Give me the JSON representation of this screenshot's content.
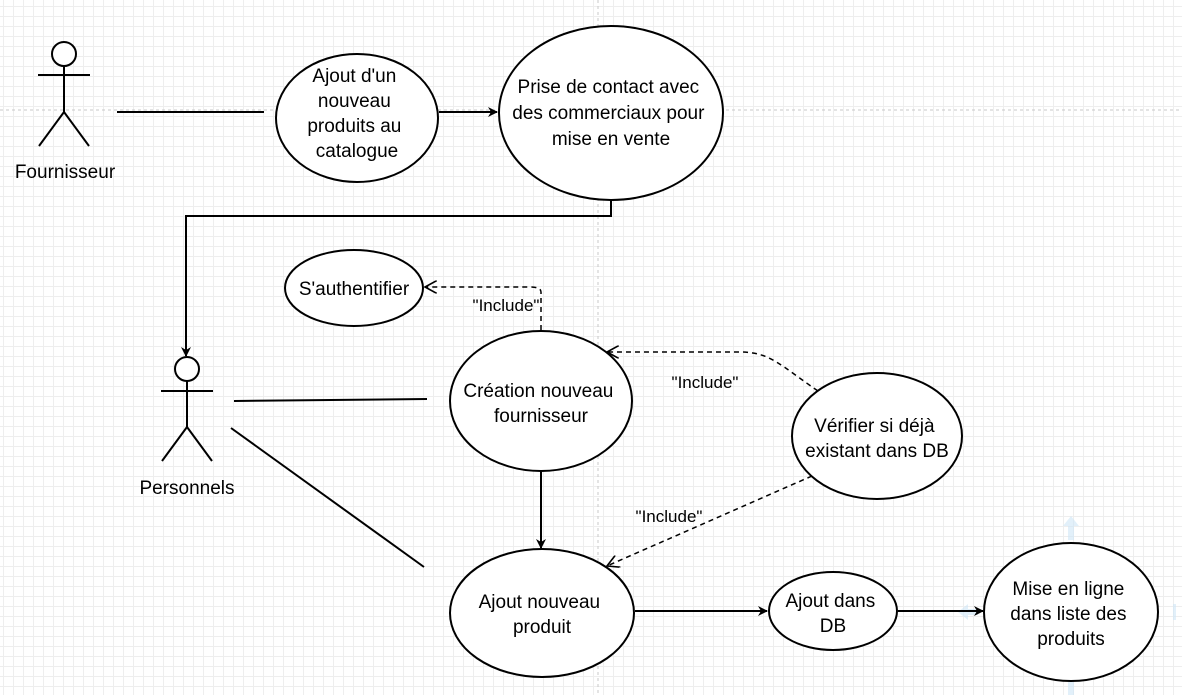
{
  "actors": {
    "fournisseur": {
      "label": "Fournisseur"
    },
    "personnels": {
      "label": "Personnels"
    }
  },
  "use_cases": {
    "ajout_produit_catalogue": {
      "lines": [
        "Ajout d'un",
        "nouveau",
        "produits au",
        "catalogue"
      ]
    },
    "prise_contact": {
      "lines": [
        "Prise de contact avec",
        "des commerciaux pour",
        "mise en vente"
      ]
    },
    "authentifier": {
      "lines": [
        "S'authentifier"
      ]
    },
    "creation_fournisseur": {
      "lines": [
        "Création nouveau",
        "fournisseur"
      ]
    },
    "verifier_db": {
      "lines": [
        "Vérifier si déjà",
        "existant dans DB"
      ]
    },
    "ajout_produit": {
      "lines": [
        "Ajout nouveau",
        "produit"
      ]
    },
    "ajout_db": {
      "lines": [
        "Ajout dans",
        "DB"
      ]
    },
    "mise_en_ligne": {
      "lines": [
        "Mise en ligne",
        "dans liste des",
        "produits"
      ]
    }
  },
  "relations": {
    "include_auth": "\"Include\"",
    "include_verif_creation": "\"Include\"",
    "include_verif_produit": "\"Include\""
  },
  "colors": {
    "stroke": "#000000",
    "grid": "#eeeeee",
    "background": "#ffffff"
  }
}
